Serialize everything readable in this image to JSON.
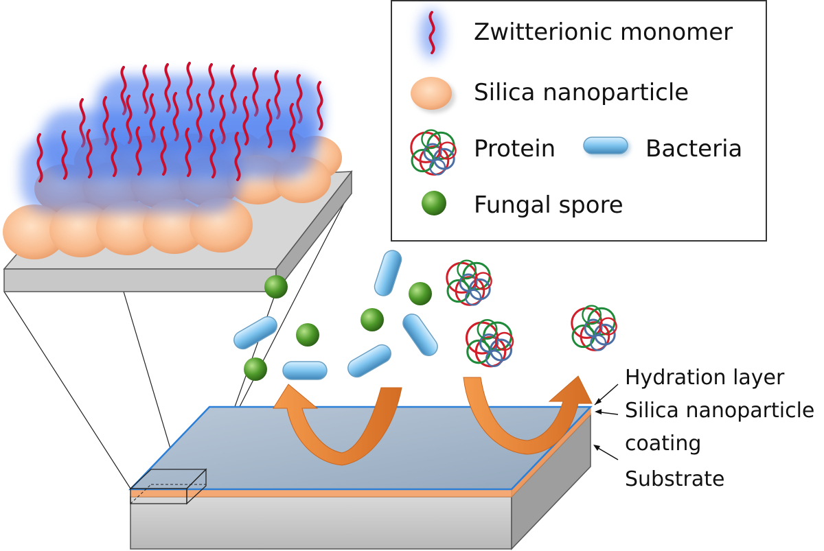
{
  "legend": {
    "zwitterionic_monomer": "Zwitterionic monomer",
    "silica_nanoparticle": "Silica nanoparticle",
    "protein": "Protein",
    "bacteria": "Bacteria",
    "fungal_spore": "Fungal spore"
  },
  "layers": {
    "hydration_layer": "Hydration layer",
    "silica_coating_line1": "Silica nanoparticle",
    "silica_coating_line2": "coating",
    "substrate": "Substrate"
  },
  "colors": {
    "monomer": "#c8102e",
    "monomer_glow": "#4d7ff0",
    "nanoparticle": "#f8b98b",
    "bacteria": "#7ec4ef",
    "spore": "#4e9a2a",
    "protein_red": "#d11f2a",
    "protein_green": "#1f8a3a",
    "protein_blue": "#4a6fa5",
    "arrow": "#f08a3c",
    "coating_surface": "#9fb2c8",
    "substrate": "#cccccc"
  }
}
